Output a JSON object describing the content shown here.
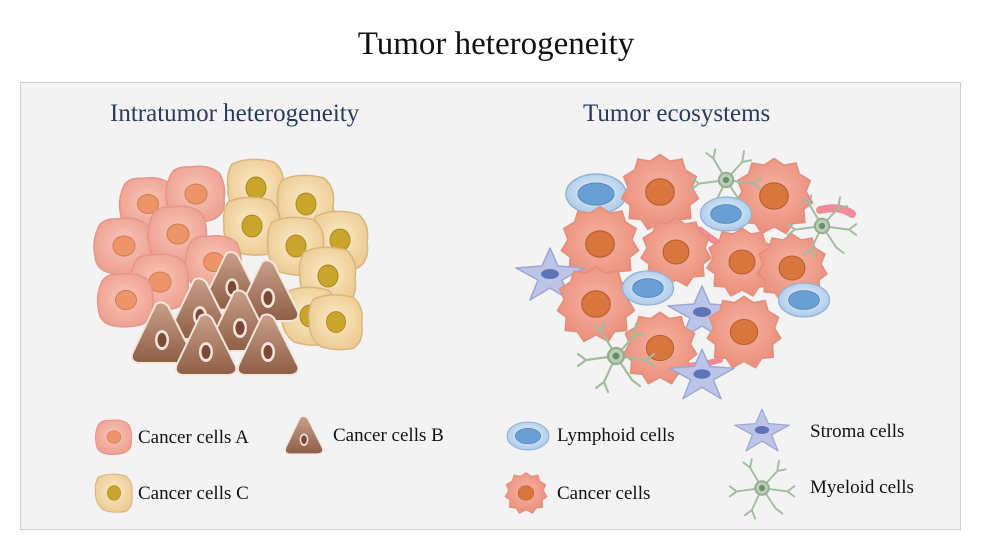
{
  "title": "Tumor heterogeneity",
  "panels": {
    "left": {
      "title": "Intratumor heterogeneity",
      "legend": [
        {
          "label": "Cancer cells A",
          "icon": "cancer-cell-a-icon"
        },
        {
          "label": "Cancer cells B",
          "icon": "cancer-cell-b-icon"
        },
        {
          "label": "Cancer cells C",
          "icon": "cancer-cell-c-icon"
        }
      ]
    },
    "right": {
      "title": "Tumor ecosystems",
      "legend": [
        {
          "label": "Lymphoid cells",
          "icon": "lymphoid-cell-icon"
        },
        {
          "label": "Stroma cells",
          "icon": "stroma-cell-icon"
        },
        {
          "label": "Cancer cells",
          "icon": "cancer-cell-icon"
        },
        {
          "label": "Myeloid cells",
          "icon": "myeloid-cell-icon"
        }
      ]
    }
  },
  "colors": {
    "cell_a_fill": "#f3b3a6",
    "cell_a_nucleus": "#ec9470",
    "cell_b_fill": "#a97a62",
    "cell_b_nucleus": "#7a4a36",
    "cell_c_fill": "#f6dcae",
    "cell_c_nucleus": "#c9a52c",
    "lymphoid_fill": "#cfe2f3",
    "lymphoid_nucleus": "#6a9fd4",
    "stroma_fill": "#b8c0e4",
    "stroma_nucleus": "#5f74b8",
    "myeloid_color": "#9cb89a",
    "vessel_color": "#ee8a95",
    "subtitle_color": "#2b3a5c"
  }
}
